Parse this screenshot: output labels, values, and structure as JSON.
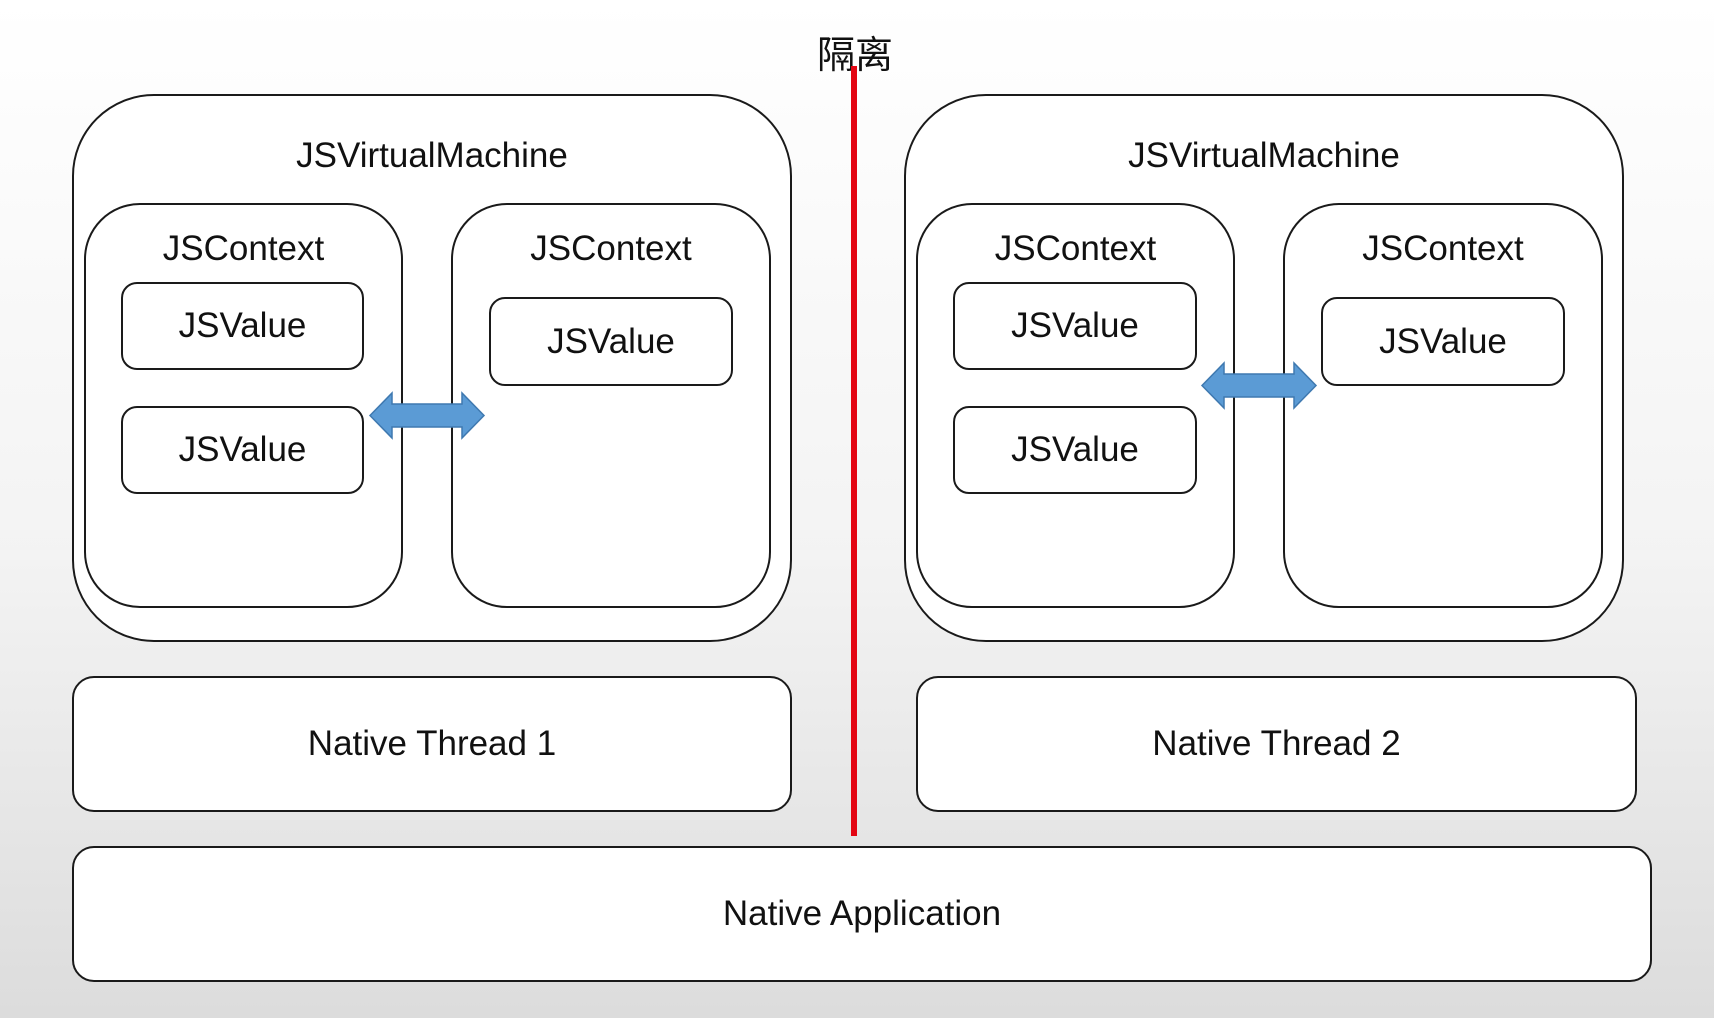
{
  "isolation_label": "隔离",
  "colors": {
    "divider": "#e30613",
    "arrow_fill": "#5b9bd5",
    "arrow_stroke": "#3f79b0"
  },
  "left": {
    "vm_label": "JSVirtualMachine",
    "context_a": {
      "label": "JSContext",
      "values": [
        "JSValue",
        "JSValue"
      ]
    },
    "context_b": {
      "label": "JSContext",
      "values": [
        "JSValue"
      ]
    },
    "thread_label": "Native Thread 1"
  },
  "right": {
    "vm_label": "JSVirtualMachine",
    "context_a": {
      "label": "JSContext",
      "values": [
        "JSValue",
        "JSValue"
      ]
    },
    "context_b": {
      "label": "JSContext",
      "values": [
        "JSValue"
      ]
    },
    "thread_label": "Native Thread 2"
  },
  "app_label": "Native Application"
}
